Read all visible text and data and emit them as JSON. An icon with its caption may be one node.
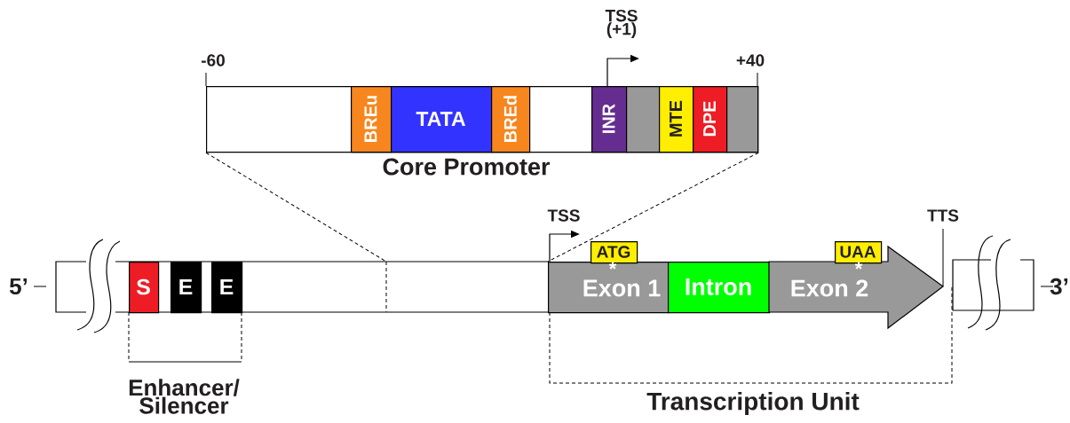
{
  "diagram": {
    "nodes": [
      {
        "text": [
          "Core Promoter"
        ]
      },
      {
        "text": [
          "BREu"
        ],
        "in": 0
      },
      {
        "text": [
          "TATA"
        ],
        "in": 0
      },
      {
        "text": [
          "BREd"
        ],
        "in": 0
      },
      {
        "text": [
          "INR"
        ],
        "in": 0
      },
      {
        "text": [],
        "shape": "box",
        "in": 0
      },
      {
        "text": [
          "MTE"
        ],
        "in": 0
      },
      {
        "text": [
          "DPE"
        ],
        "in": 0
      },
      {
        "text": [],
        "shape": "box",
        "in": 0
      },
      {
        "text": [],
        "shape": "bar"
      },
      {
        "text": [
          "S"
        ],
        "in": 9
      },
      {
        "text": [
          "E"
        ],
        "in": 9
      },
      {
        "text": [
          "E"
        ],
        "in": 9
      },
      {
        "text": [
          "Exon 1"
        ]
      },
      {
        "text": [
          "Intron"
        ]
      },
      {
        "text": [
          "Exon 2"
        ]
      },
      {
        "text": [
          "ATG"
        ]
      },
      {
        "text": [
          "UAA"
        ]
      }
    ],
    "edges": [
      {
        "from": 0,
        "to": 9,
        "arrow": "none",
        "style": "dashed"
      },
      {
        "from": 0,
        "to": 13,
        "arrow": "none",
        "style": "dashed"
      }
    ],
    "labels": [
      "TSS (+1)",
      "-60",
      "+40",
      "TSS",
      "TTS",
      "5’",
      "3’",
      "Enhancer/ Silencer",
      "Transcription Unit",
      "*",
      "*"
    ]
  }
}
